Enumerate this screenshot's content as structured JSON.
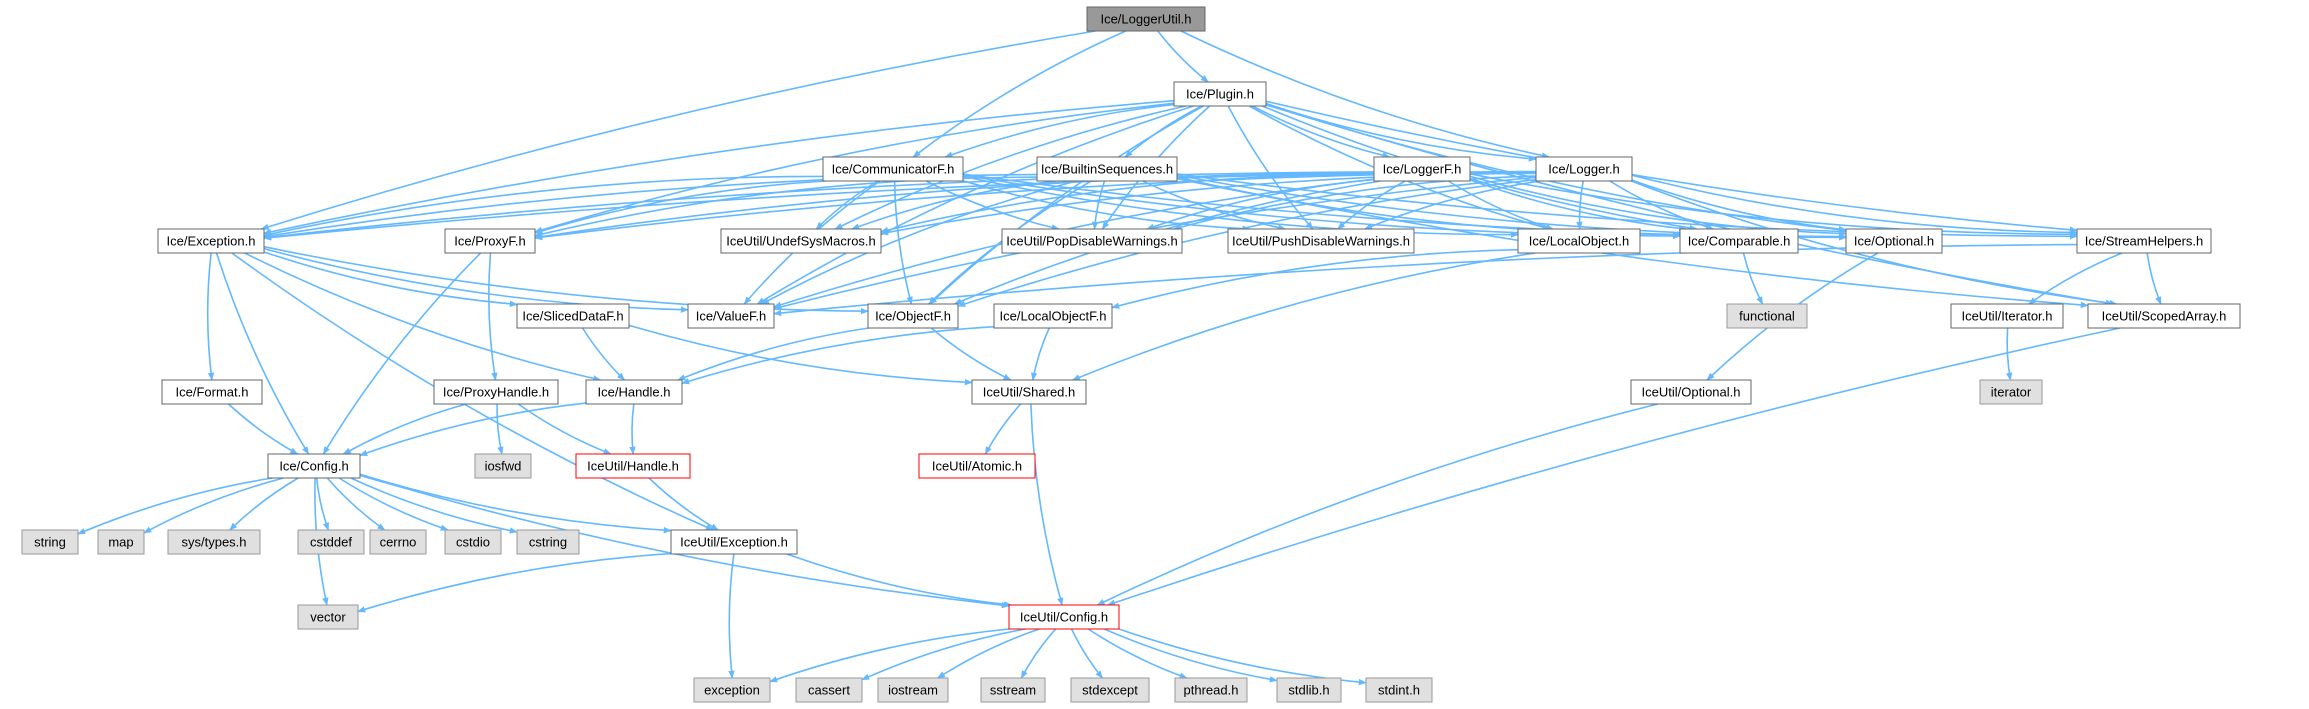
{
  "diagram": {
    "title": "Ice/LoggerUtil.h include dependency graph",
    "colors": {
      "edge": "#63b8ff",
      "root_fill": "#999999",
      "root_border": "#666666",
      "node_fill": "#ffffff",
      "node_border": "#666666",
      "external_fill": "#e0e0e0",
      "external_border": "#999999",
      "incomplete_border": "#ff0000",
      "text": "#000000"
    },
    "nodes": [
      {
        "id": "root",
        "label": "Ice/LoggerUtil.h",
        "kind": "root"
      },
      {
        "id": "plugin",
        "label": "Ice/Plugin.h",
        "kind": "normal"
      },
      {
        "id": "commf",
        "label": "Ice/CommunicatorF.h",
        "kind": "normal"
      },
      {
        "id": "builtin",
        "label": "Ice/BuiltinSequences.h",
        "kind": "normal"
      },
      {
        "id": "loggerf",
        "label": "Ice/LoggerF.h",
        "kind": "normal"
      },
      {
        "id": "logger",
        "label": "Ice/Logger.h",
        "kind": "normal"
      },
      {
        "id": "exception",
        "label": "Ice/Exception.h",
        "kind": "normal"
      },
      {
        "id": "proxyf",
        "label": "Ice/ProxyF.h",
        "kind": "normal"
      },
      {
        "id": "undef",
        "label": "IceUtil/UndefSysMacros.h",
        "kind": "normal"
      },
      {
        "id": "popdis",
        "label": "IceUtil/PopDisableWarnings.h",
        "kind": "normal"
      },
      {
        "id": "pushdis",
        "label": "IceUtil/PushDisableWarnings.h",
        "kind": "normal"
      },
      {
        "id": "localobj",
        "label": "Ice/LocalObject.h",
        "kind": "normal"
      },
      {
        "id": "comparable",
        "label": "Ice/Comparable.h",
        "kind": "normal"
      },
      {
        "id": "optional",
        "label": "Ice/Optional.h",
        "kind": "normal"
      },
      {
        "id": "streamh",
        "label": "Ice/StreamHelpers.h",
        "kind": "normal"
      },
      {
        "id": "slicedf",
        "label": "Ice/SlicedDataF.h",
        "kind": "normal"
      },
      {
        "id": "valuef",
        "label": "Ice/ValueF.h",
        "kind": "normal"
      },
      {
        "id": "objectf",
        "label": "Ice/ObjectF.h",
        "kind": "normal"
      },
      {
        "id": "localobjf",
        "label": "Ice/LocalObjectF.h",
        "kind": "normal"
      },
      {
        "id": "functional",
        "label": "functional",
        "kind": "external"
      },
      {
        "id": "iterator_h",
        "label": "IceUtil/Iterator.h",
        "kind": "normal"
      },
      {
        "id": "scoped",
        "label": "IceUtil/ScopedArray.h",
        "kind": "normal"
      },
      {
        "id": "format",
        "label": "Ice/Format.h",
        "kind": "normal"
      },
      {
        "id": "proxyhandle",
        "label": "Ice/ProxyHandle.h",
        "kind": "normal"
      },
      {
        "id": "handle",
        "label": "Ice/Handle.h",
        "kind": "normal"
      },
      {
        "id": "shared",
        "label": "IceUtil/Shared.h",
        "kind": "normal"
      },
      {
        "id": "utiloptional",
        "label": "IceUtil/Optional.h",
        "kind": "normal"
      },
      {
        "id": "iterator",
        "label": "iterator",
        "kind": "external"
      },
      {
        "id": "config",
        "label": "Ice/Config.h",
        "kind": "normal"
      },
      {
        "id": "iosfwd",
        "label": "iosfwd",
        "kind": "external"
      },
      {
        "id": "utilhandle",
        "label": "IceUtil/Handle.h",
        "kind": "incomplete"
      },
      {
        "id": "atomic",
        "label": "IceUtil/Atomic.h",
        "kind": "incomplete"
      },
      {
        "id": "string",
        "label": "string",
        "kind": "external"
      },
      {
        "id": "map",
        "label": "map",
        "kind": "external"
      },
      {
        "id": "systypes",
        "label": "sys/types.h",
        "kind": "external"
      },
      {
        "id": "cstddef",
        "label": "cstddef",
        "kind": "external"
      },
      {
        "id": "cerrno",
        "label": "cerrno",
        "kind": "external"
      },
      {
        "id": "cstdio",
        "label": "cstdio",
        "kind": "external"
      },
      {
        "id": "cstring",
        "label": "cstring",
        "kind": "external"
      },
      {
        "id": "utilexception",
        "label": "IceUtil/Exception.h",
        "kind": "normal"
      },
      {
        "id": "vector",
        "label": "vector",
        "kind": "external"
      },
      {
        "id": "utilconfig",
        "label": "IceUtil/Config.h",
        "kind": "incomplete"
      },
      {
        "id": "exception_std",
        "label": "exception",
        "kind": "external"
      },
      {
        "id": "cassert",
        "label": "cassert",
        "kind": "external"
      },
      {
        "id": "iostream",
        "label": "iostream",
        "kind": "external"
      },
      {
        "id": "sstream",
        "label": "sstream",
        "kind": "external"
      },
      {
        "id": "stdexcept",
        "label": "stdexcept",
        "kind": "external"
      },
      {
        "id": "pthread",
        "label": "pthread.h",
        "kind": "external"
      },
      {
        "id": "stdlib",
        "label": "stdlib.h",
        "kind": "external"
      },
      {
        "id": "stdint",
        "label": "stdint.h",
        "kind": "external"
      }
    ],
    "edges": [
      [
        "root",
        "plugin"
      ],
      [
        "root",
        "commf"
      ],
      [
        "root",
        "exception"
      ],
      [
        "root",
        "logger"
      ],
      [
        "plugin",
        "commf"
      ],
      [
        "plugin",
        "builtin"
      ],
      [
        "plugin",
        "loggerf"
      ],
      [
        "plugin",
        "logger"
      ],
      [
        "plugin",
        "exception"
      ],
      [
        "plugin",
        "proxyf"
      ],
      [
        "plugin",
        "undef"
      ],
      [
        "plugin",
        "popdis"
      ],
      [
        "plugin",
        "pushdis"
      ],
      [
        "plugin",
        "localobj"
      ],
      [
        "plugin",
        "comparable"
      ],
      [
        "plugin",
        "optional"
      ],
      [
        "plugin",
        "streamh"
      ],
      [
        "plugin",
        "scoped"
      ],
      [
        "plugin",
        "valuef"
      ],
      [
        "plugin",
        "objectf"
      ],
      [
        "commf",
        "exception"
      ],
      [
        "commf",
        "proxyf"
      ],
      [
        "commf",
        "undef"
      ],
      [
        "commf",
        "popdis"
      ],
      [
        "commf",
        "pushdis"
      ],
      [
        "commf",
        "localobj"
      ],
      [
        "commf",
        "comparable"
      ],
      [
        "commf",
        "optional"
      ],
      [
        "commf",
        "valuef"
      ],
      [
        "commf",
        "objectf"
      ],
      [
        "builtin",
        "exception"
      ],
      [
        "builtin",
        "proxyf"
      ],
      [
        "builtin",
        "undef"
      ],
      [
        "builtin",
        "popdis"
      ],
      [
        "builtin",
        "pushdis"
      ],
      [
        "builtin",
        "comparable"
      ],
      [
        "builtin",
        "optional"
      ],
      [
        "builtin",
        "streamh"
      ],
      [
        "builtin",
        "scoped"
      ],
      [
        "builtin",
        "objectf"
      ],
      [
        "builtin",
        "valuef"
      ],
      [
        "loggerf",
        "exception"
      ],
      [
        "loggerf",
        "proxyf"
      ],
      [
        "loggerf",
        "undef"
      ],
      [
        "loggerf",
        "popdis"
      ],
      [
        "loggerf",
        "pushdis"
      ],
      [
        "loggerf",
        "localobj"
      ],
      [
        "loggerf",
        "comparable"
      ],
      [
        "loggerf",
        "optional"
      ],
      [
        "loggerf",
        "valuef"
      ],
      [
        "loggerf",
        "objectf"
      ],
      [
        "loggerf",
        "streamh"
      ],
      [
        "logger",
        "exception"
      ],
      [
        "logger",
        "proxyf"
      ],
      [
        "logger",
        "undef"
      ],
      [
        "logger",
        "popdis"
      ],
      [
        "logger",
        "pushdis"
      ],
      [
        "logger",
        "localobj"
      ],
      [
        "logger",
        "comparable"
      ],
      [
        "logger",
        "optional"
      ],
      [
        "logger",
        "streamh"
      ],
      [
        "logger",
        "scoped"
      ],
      [
        "logger",
        "valuef"
      ],
      [
        "logger",
        "objectf"
      ],
      [
        "exception",
        "format"
      ],
      [
        "exception",
        "config"
      ],
      [
        "exception",
        "handle"
      ],
      [
        "exception",
        "slicedf"
      ],
      [
        "exception",
        "valuef"
      ],
      [
        "exception",
        "objectf"
      ],
      [
        "exception",
        "utilexception"
      ],
      [
        "proxyf",
        "proxyhandle"
      ],
      [
        "proxyf",
        "config"
      ],
      [
        "localobj",
        "localobjf"
      ],
      [
        "localobj",
        "shared"
      ],
      [
        "comparable",
        "functional"
      ],
      [
        "optional",
        "utiloptional"
      ],
      [
        "streamh",
        "iterator_h"
      ],
      [
        "streamh",
        "scoped"
      ],
      [
        "streamh",
        "valuef"
      ],
      [
        "slicedf",
        "handle"
      ],
      [
        "slicedf",
        "shared"
      ],
      [
        "objectf",
        "handle"
      ],
      [
        "objectf",
        "shared"
      ],
      [
        "localobjf",
        "handle"
      ],
      [
        "localobjf",
        "shared"
      ],
      [
        "iterator_h",
        "iterator"
      ],
      [
        "scoped",
        "utilconfig"
      ],
      [
        "format",
        "config"
      ],
      [
        "proxyhandle",
        "config"
      ],
      [
        "proxyhandle",
        "iosfwd"
      ],
      [
        "proxyhandle",
        "utilhandle"
      ],
      [
        "handle",
        "config"
      ],
      [
        "handle",
        "utilhandle"
      ],
      [
        "shared",
        "atomic"
      ],
      [
        "shared",
        "utilconfig"
      ],
      [
        "utiloptional",
        "utilconfig"
      ],
      [
        "config",
        "string"
      ],
      [
        "config",
        "map"
      ],
      [
        "config",
        "systypes"
      ],
      [
        "config",
        "cstddef"
      ],
      [
        "config",
        "cerrno"
      ],
      [
        "config",
        "cstdio"
      ],
      [
        "config",
        "cstring"
      ],
      [
        "config",
        "vector"
      ],
      [
        "config",
        "utilexception"
      ],
      [
        "config",
        "utilconfig"
      ],
      [
        "utilhandle",
        "utilexception"
      ],
      [
        "utilexception",
        "vector"
      ],
      [
        "utilexception",
        "exception_std"
      ],
      [
        "utilexception",
        "utilconfig"
      ],
      [
        "utilconfig",
        "exception_std"
      ],
      [
        "utilconfig",
        "cassert"
      ],
      [
        "utilconfig",
        "iostream"
      ],
      [
        "utilconfig",
        "sstream"
      ],
      [
        "utilconfig",
        "stdexcept"
      ],
      [
        "utilconfig",
        "pthread"
      ],
      [
        "utilconfig",
        "stdlib"
      ],
      [
        "utilconfig",
        "stdint"
      ]
    ]
  }
}
